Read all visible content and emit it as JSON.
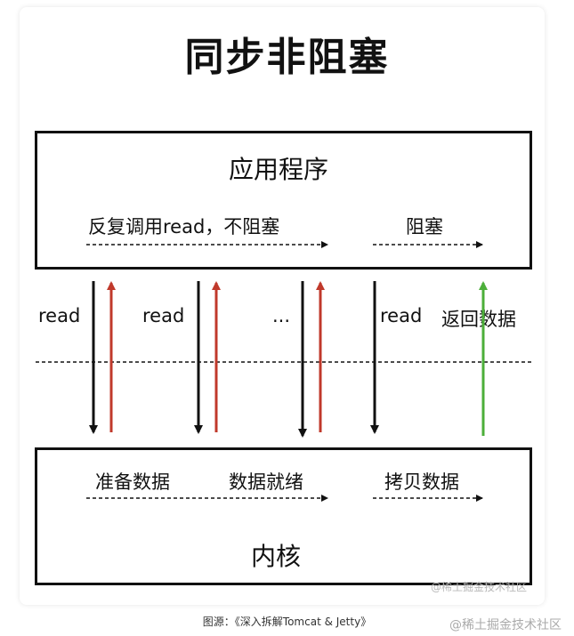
{
  "title": "同步非阻塞",
  "app_box": {
    "title": "应用程序",
    "label_repeat": "反复调用read，不阻塞",
    "label_block": "阻塞"
  },
  "middle": {
    "read_1": "read",
    "read_2": "read",
    "ellipsis": "...",
    "read_3": "read",
    "return_data": "返回数据"
  },
  "kernel_box": {
    "title": "内核",
    "label_prepare": "准备数据",
    "label_ready": "数据就绪",
    "label_copy": "拷贝数据"
  },
  "caption": "图源：《深入拆解Tomcat & Jetty》",
  "watermark_inner": "@稀土掘金技术社区",
  "watermark_outer": "@稀土掘金技术社区",
  "colors": {
    "request_arrow": "#111111",
    "failed_return_arrow": "#c0392b",
    "success_return_arrow": "#4caf3a"
  }
}
